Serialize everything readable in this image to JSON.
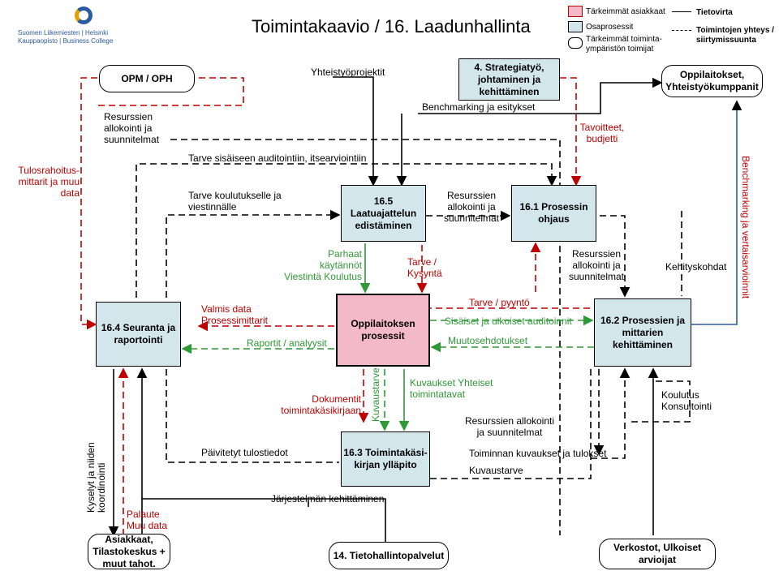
{
  "header": {
    "logo_line1": "Suomen Liikemiesten | Helsinki",
    "logo_line2": "Kauppaopisto | Business College",
    "title": "Toimintakaavio / 16. Laadunhallinta"
  },
  "legend": {
    "main": "Tärkeimmät asiakkaat",
    "sub": "Osaprosessit",
    "env": "Tärkeimmät toiminta-ympäristön toimijat",
    "info": "Tietovirta",
    "two_way": "Toimintojen yhteys / siirtymissuunta"
  },
  "boxes": {
    "opm": "OPM / OPH",
    "strategy": "4. Strategiatyö, johtaminen ja kehittäminen",
    "partners": "Oppilaitokset, Yhteistyökumppanit",
    "p165": "16.5 Laatuajattelun edistäminen",
    "p161": "16.1 Prosessin ohjaus",
    "p164": "16.4 Seuranta ja raportointi",
    "main": "Oppilaitoksen prosessit",
    "p162": "16.2 Prosessien ja mittarien kehittäminen",
    "p163": "16.3 Toimintakäsi-kirjan ylläpito",
    "customers": "Asiakkaat, Tilastokeskus + muut tahot.",
    "it": "14. Tietohallintopalvelut",
    "networks": "Verkostot, Ulkoiset arvioijat"
  },
  "labels": {
    "yhteistyo": "Yhteistyöprojektit",
    "res_alloc_opm": "Resurssien allokointi ja suunnitelmat",
    "benchmarking": "Benchmarking ja esitykset",
    "tavoitteet": "Tavoitteet, budjetti",
    "tulos": "Tulosrahoitus-mittarit ja muu data",
    "tarve_audit": "Tarve sisäiseen auditointiin, itsearviointiin",
    "tarve_koul": "Tarve koulutukselle ja viestinnälle",
    "res_alloc_161": "Resurssien allokointi ja suunnitelmat",
    "parhaat": "Parhaat käytännöt Viestintä Koulutus",
    "tarve_kysynta": "Tarve / Kysyntä",
    "res_alloc_right": "Resurssien allokointi ja suunnitelmat",
    "kehityskohdat": "Kehityskohdat",
    "bench_vert": "Benchmarking ja vertaisarvioinnit",
    "valmis": "Valmis data Prosessimittarit",
    "raportit": "Raportit / analyysit",
    "tarve_pyynto": "Tarve / pyyntö",
    "sisaiset": "Sisäiset ja ulkoiset auditoinnit",
    "muutos": "Muutosehdotukset",
    "kuvaukset": "Kuvaukset Yhteiset toimintatavat",
    "dokumentit": "Dokumentit toimintakäsikirjaan",
    "kuvaustarve_vert": "Kuvaustarve",
    "koulutus": "Koulutus Konsultointi",
    "res_alloc_bottom": "Resurssien allokointi ja suunnitelmat",
    "paivitetyt": "Päivitetyt tulostiedot",
    "toiminnan": "Toiminnan kuvaukset ja tulokset",
    "kuvaustarve": "Kuvaustarve",
    "kyselyt": "Kyselyt ja niiden koordinointi",
    "palaute": "Palaute Muu data",
    "jarjestelma": "Järjestelmän kehittäminen"
  },
  "colors": {
    "process": "#d3e6ec",
    "main": "#f3b9c8",
    "red": "#c00000",
    "green": "#2e9a35",
    "logo_blue": "#2c5aa0",
    "logo_gold": "#e0a000"
  }
}
